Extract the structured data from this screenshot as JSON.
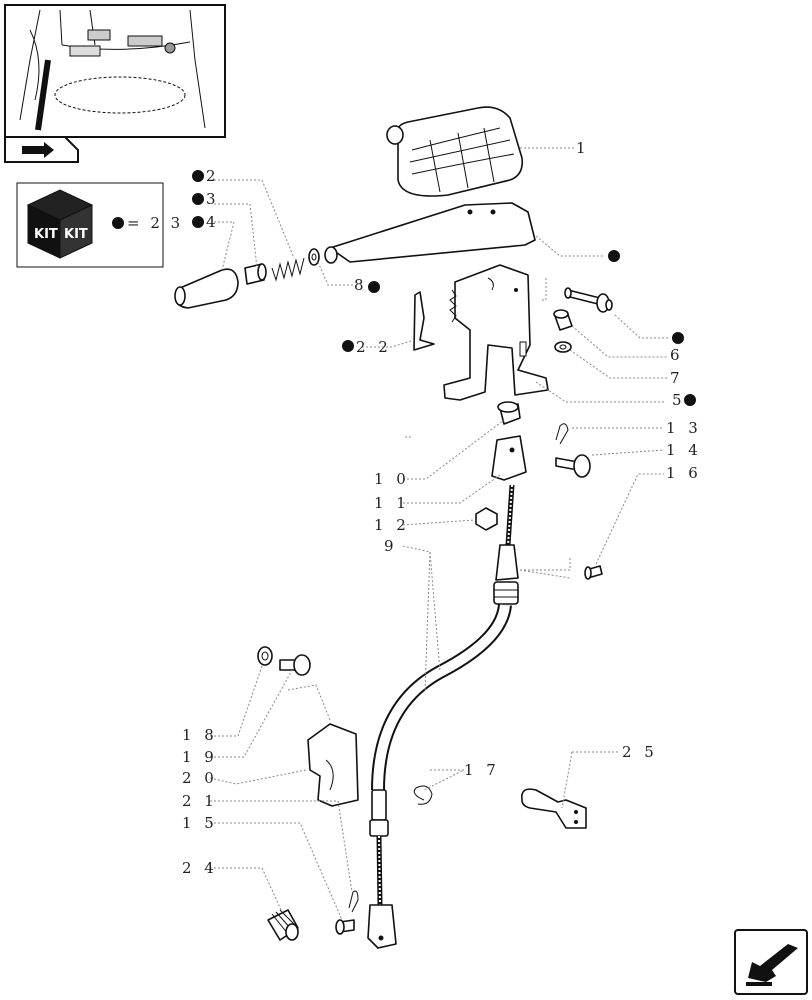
{
  "kit": {
    "box_text_1": "KIT",
    "box_text_2": "KIT",
    "equals_label": "= 2 3"
  },
  "callouts": {
    "c1": "1",
    "c2": "2",
    "c3": "3",
    "c4": "4",
    "c5": "5",
    "c6": "6",
    "c7": "7",
    "c8": "8",
    "c9": "9",
    "c10": "1 0",
    "c11": "1 1",
    "c12": "1 2",
    "c13": "1 3",
    "c14": "1 4",
    "c15": "1 5",
    "c16": "1 6",
    "c17": "1 7",
    "c18": "1 8",
    "c19": "1 9",
    "c20": "2 0",
    "c21": "2 1",
    "c22": "2 2",
    "c24": "2 4",
    "c25": "2 5"
  }
}
